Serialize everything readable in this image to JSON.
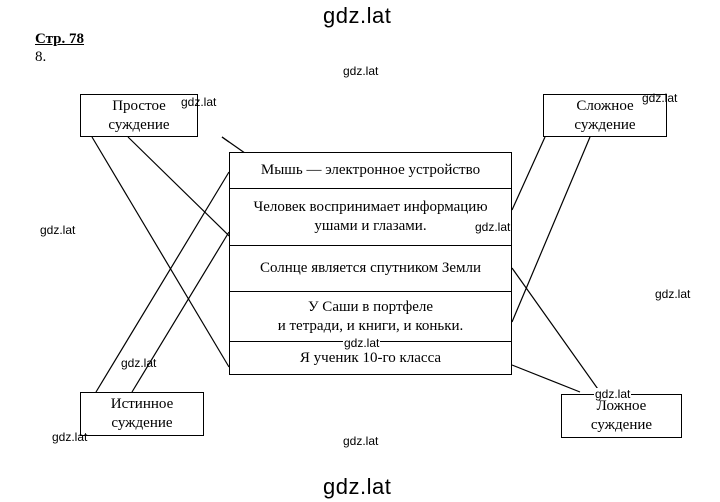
{
  "watermark": "gdz.lat",
  "page_ref": "Стр. 78",
  "task_number": "8.",
  "boxes": {
    "simple": [
      "Простое",
      "суждение"
    ],
    "complex": [
      "Сложное",
      "суждение"
    ],
    "true": [
      "Истинное",
      "суждение"
    ],
    "false": [
      "Ложное",
      "суждение"
    ]
  },
  "statements": [
    [
      "Мышь — электронное устройство"
    ],
    [
      "Человек воспринимает информацию",
      "ушами и глазами."
    ],
    [
      "Солнце является спутником Земли"
    ],
    [
      "У Саши в портфеле",
      "и тетради, и книги, и коньки."
    ],
    [
      "Я ученик 10-го класса"
    ]
  ]
}
